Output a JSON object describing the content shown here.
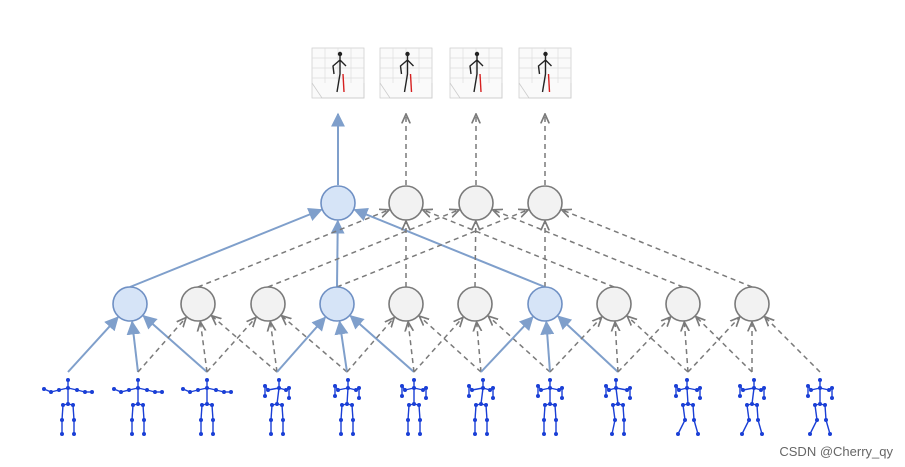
{
  "watermark": "CSDN @Cherry_qy",
  "colors": {
    "active_fill": "#d6e4f7",
    "active_stroke": "#6f90c4",
    "active_edge": "#7f9fcb",
    "inactive_fill": "#f2f2f2",
    "inactive_stroke": "#7a7a7a",
    "inactive_edge": "#7a7a7a",
    "skeleton": "#1a3fd6",
    "pose_red": "#d62020"
  },
  "levels": [
    {
      "name": "input-poses",
      "count": 12,
      "active": [
        0,
        1,
        2,
        3,
        4,
        5,
        6,
        7,
        8
      ]
    },
    {
      "name": "layer-1",
      "count": 10,
      "active": [
        0,
        3,
        6
      ]
    },
    {
      "name": "layer-2",
      "count": 4,
      "active": [
        0
      ]
    },
    {
      "name": "output-poses",
      "count": 4,
      "active": [
        0
      ]
    }
  ]
}
